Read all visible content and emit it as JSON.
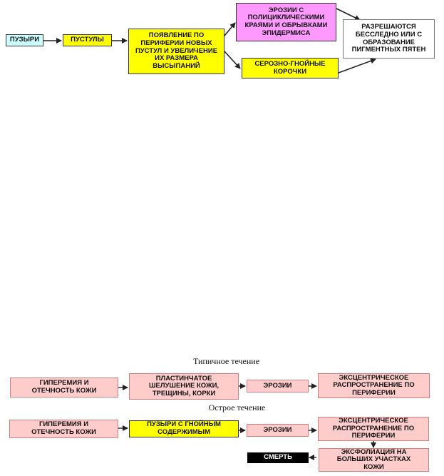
{
  "top_flow": {
    "node1": "ПУЗЫРИ",
    "node2": "ПУСТУЛЫ",
    "node3": "ПОЯВЛЕНИЕ ПО\nПЕРИФЕРИИ НОВЫХ\nПУСТУЛ И УВЕЛИЧЕНИЕ\nИХ РАЗМЕРА\nВЫСЫПАНИЙ",
    "node4": "ЭРОЗИИ С\nПОЛИЦИКЛИЧЕСКИМИ\nКРАЯМИ И ОБРЫВКАМИ\nЭПИДЕРМИСА",
    "node5": "СЕРОЗНО-ГНОЙНЫЕ\nКОРОЧКИ",
    "node6": "РАЗРЕШАЮТСЯ\nБЕССЛЕДНО ИЛИ  С\nОБРАЗОВАНИЕ\nПИГМЕНТНЫХ ПЯТЕН"
  },
  "typical": {
    "heading": "Типичное течение",
    "node1": "ГИПЕРЕМИЯ И\nОТЕЧНОСТЬ КОЖИ",
    "node2": "ПЛАСТИНЧАТОЕ\nШЕЛУШЕНИЕ КОЖИ,\nТРЕЩИНЫ, КОРКИ",
    "node3": "ЭРОЗИИ",
    "node4": "ЭКСЦЕНТРИЧЕСКОЕ\nРАСПРОСТРАНЕНИЕ ПО\nПЕРИФЕРИИ"
  },
  "acute": {
    "heading": "Острое течение",
    "node1": "ГИПЕРЕМИЯ И\nОТЕЧНОСТЬ КОЖИ",
    "node2": "ПУЗЫРИ  С  ГНОЙНЫМ\nСОДЕРЖИМЫМ",
    "node3": "ЭРОЗИИ",
    "node4": "ЭКСЦЕНТРИЧЕСКОЕ\nРАСПРОСТРАНЕНИЕ ПО\nПЕРИФЕРИИ",
    "node5": "ЭКСФОЛИАЦИЯ НА\nБОЛЬШИХ УЧАСТКАХ\nКОЖИ",
    "node6": "СМЕРТЬ"
  },
  "colors": {
    "cyan": "#ccffff",
    "yellow": "#ffff00",
    "pink": "#ff99ff",
    "salmon": "#ffcccc",
    "black": "#000000"
  }
}
